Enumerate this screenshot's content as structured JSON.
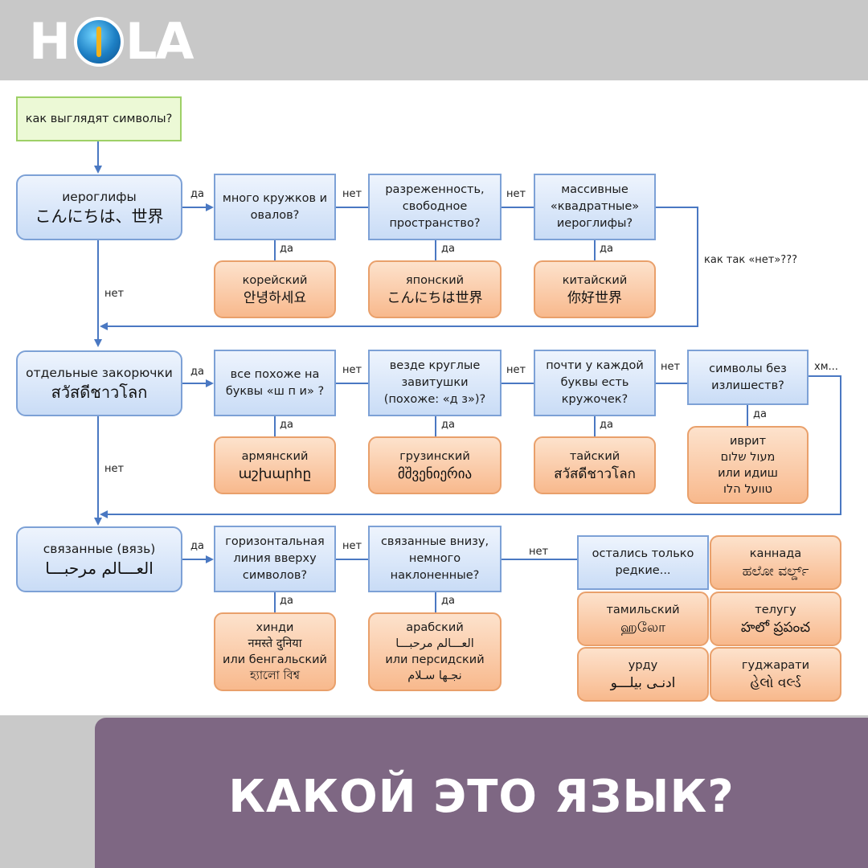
{
  "logo": {
    "text_left": "H",
    "text_right": "LA"
  },
  "start": "как выглядят символы?",
  "row1": {
    "q1": {
      "title": "иероглифы",
      "sample": "こんにちは、世界"
    },
    "q2": "много кружков и овалов?",
    "q3": "разреженность, свободное пространство?",
    "q4": "массивные «квадратные» иероглифы?",
    "a1": {
      "name": "корейский",
      "sample": "안녕하세요"
    },
    "a2": {
      "name": "японский",
      "sample": "こんにちは世界"
    },
    "a3": {
      "name": "китайский",
      "sample": "你好世界"
    }
  },
  "row2": {
    "q1": {
      "title": "отдельные закорючки",
      "sample": "สวัสดีชาวโลก"
    },
    "q2": "все похоже на буквы «ш п и» ?",
    "q3": "везде круглые завитушки (похоже: «д з»)?",
    "q4": "почти у каждой буквы есть кружочек?",
    "q5": "символы без излишеств?",
    "a1": {
      "name": "армянский",
      "sample": "աշխարհը"
    },
    "a2": {
      "name": "грузинский",
      "sample": "მშვენიერია"
    },
    "a3": {
      "name": "тайский",
      "sample": "สวัสดีชาวโลก"
    },
    "a4": {
      "name": "иврит",
      "sample": "מעול שלום",
      "or": "или идиш",
      "sample2": "טוועל הלו"
    }
  },
  "row3": {
    "q1": {
      "title": "связанные (вязь)",
      "sample": "العـــالم مرحبـــا"
    },
    "q2": "горизонтальная линия вверху символов?",
    "q3": "связанные внизу, немного наклоненные?",
    "q4": "остались только редкие...",
    "a1": {
      "name": "хинди",
      "sample": "नमस्ते दुनिया",
      "or": "или бенгальский",
      "sample2": "হ্যালো বিশ্ব"
    },
    "a2": {
      "name": "арабский",
      "sample": "العـــالم مرحبـــا",
      "or": "или персидский",
      "sample2": "نجـها سـلام"
    },
    "rare": [
      {
        "name": "каннада",
        "sample": "ಹಲೋ ವರ್ಲ್ಡ್"
      },
      {
        "name": "тамильский",
        "sample": "ஹலோ"
      },
      {
        "name": "телугу",
        "sample": "హలో ప్రపంచ"
      },
      {
        "name": "урду",
        "sample": "ادنـی بیلـــو"
      },
      {
        "name": "гуджарати",
        "sample": "હેલો વર્લ્ડ"
      }
    ]
  },
  "labels": {
    "yes": "да",
    "no": "нет",
    "no_quote": "как так «нет»???",
    "hmm": "хм..."
  },
  "footer": {
    "title": "КАКОЙ ЭТО ЯЗЫК?"
  },
  "colors": {
    "question_border": "#7da1d6",
    "answer_border": "#e9a06b",
    "start_border": "#9ed067",
    "arrow": "#4a78c2",
    "footer_bg": "#7e6783"
  }
}
